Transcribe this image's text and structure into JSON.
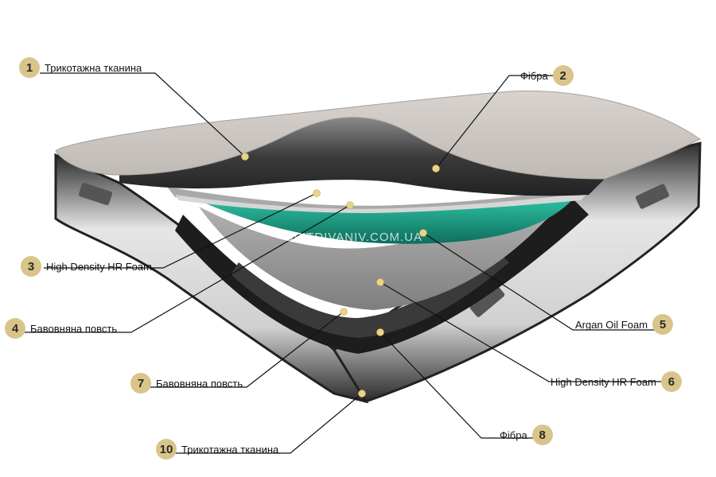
{
  "watermark": "SVITDIVANIV.COM.UA",
  "layers": [
    {
      "num": "1",
      "label": "Трикотажна тканина"
    },
    {
      "num": "2",
      "label": "Фібра"
    },
    {
      "num": "3",
      "label": "High Density HR Foam"
    },
    {
      "num": "4",
      "label": "Бавовняна повсть"
    },
    {
      "num": "5",
      "label": "Argan Oil Foam"
    },
    {
      "num": "6",
      "label": "High Density HR Foam"
    },
    {
      "num": "7",
      "label": "Бавовняна повсть"
    },
    {
      "num": "8",
      "label": "Фібра"
    },
    {
      "num": "10",
      "label": "Трикотажна тканина"
    }
  ],
  "colors": {
    "badge": "#d9c58a",
    "fabric": "#cfc9c4",
    "argan_foam": "#1fa88e",
    "hr_foam": "#9a9a9a",
    "border_dark": "#3a3a3a"
  }
}
